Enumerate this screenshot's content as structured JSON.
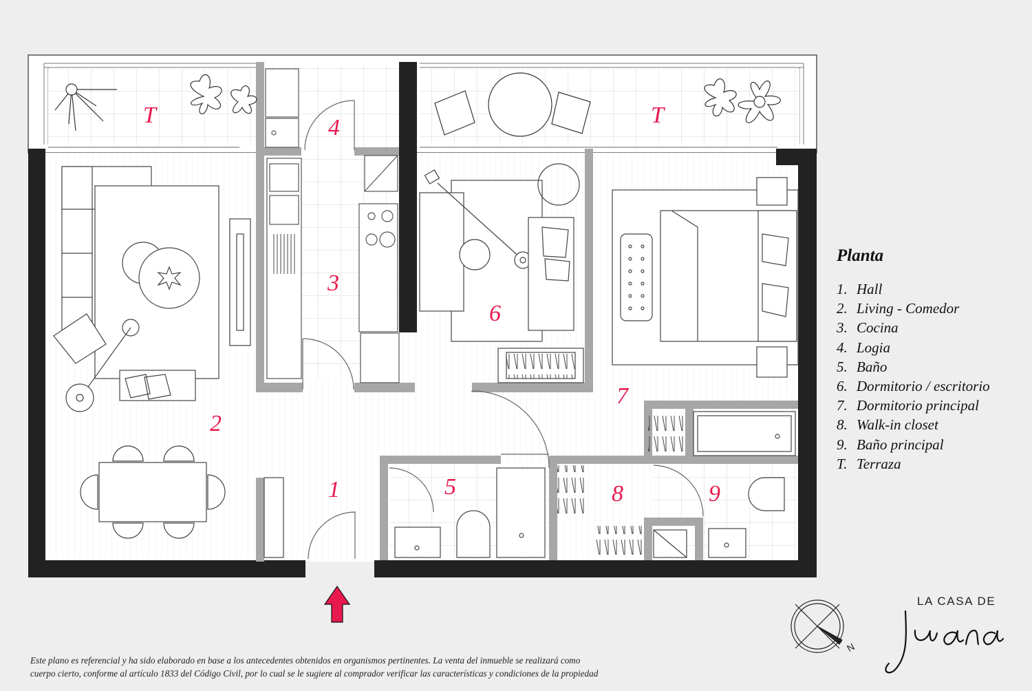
{
  "legend": {
    "title": "Planta",
    "items": [
      {
        "num": "1.",
        "label": "Hall"
      },
      {
        "num": "2.",
        "label": "Living - Comedor"
      },
      {
        "num": "3.",
        "label": "Cocina"
      },
      {
        "num": "4.",
        "label": "Logia"
      },
      {
        "num": "5.",
        "label": "Baño"
      },
      {
        "num": "6.",
        "label": "Dormitorio / escritorio"
      },
      {
        "num": "7.",
        "label": "Dormitorio principal"
      },
      {
        "num": "8.",
        "label": "Walk-in closet"
      },
      {
        "num": "9.",
        "label": "Baño principal"
      },
      {
        "num": "T.",
        "label": "Terraza"
      }
    ]
  },
  "room_labels": {
    "r1": "1",
    "r2": "2",
    "r3": "3",
    "r4": "4",
    "r5": "5",
    "r6": "6",
    "r7": "7",
    "r8": "8",
    "r9": "9",
    "terrace_left": "T",
    "terrace_right": "T"
  },
  "compass": {
    "letter": "N"
  },
  "brand": {
    "line1": "LA CASA DE",
    "script": "Juana"
  },
  "disclaimer": {
    "line1": "Este plano es referencial y ha sido elaborado en base a los antecedentes obtenidos en organismos pertinentes.  La venta del inmueble se realizará como",
    "line2": "cuerpo cierto, conforme al artículo 1833 del Código Civil, por lo cual se le sugiere al comprador verificar las características y condiciones de la propiedad"
  },
  "colors": {
    "background": "#eeeeee",
    "floor": "#ffffff",
    "wall": "#222222",
    "partition": "#a7a7a7",
    "label": "#e8194e",
    "entry_arrow": "#e8194e"
  },
  "icons": [
    "north-compass-icon",
    "entry-arrow-icon"
  ]
}
